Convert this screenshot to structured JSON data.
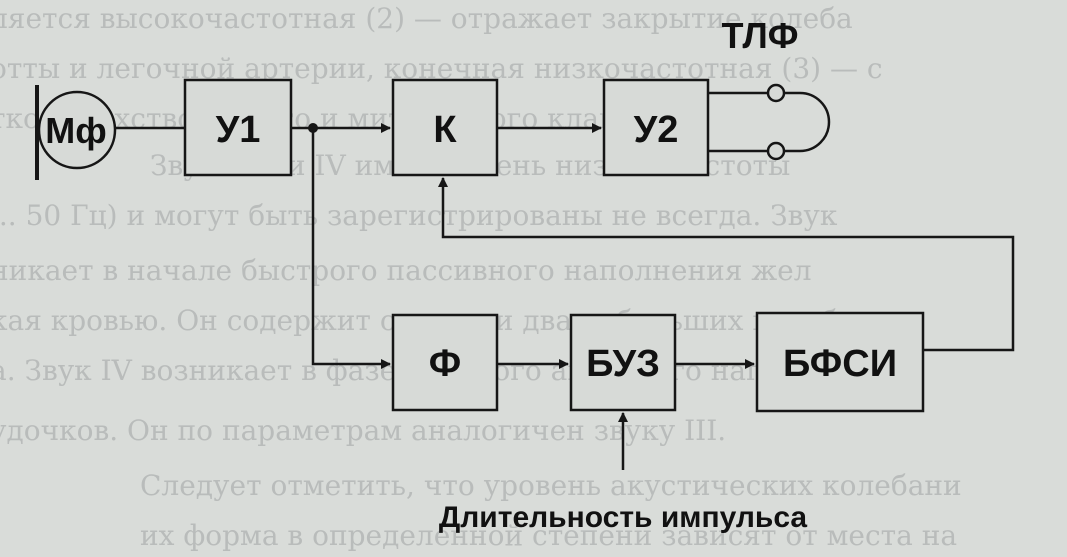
{
  "background_text": [
    "ляется высокочастотная (2) — отражает закрытие колеба",
    "отты и легочной артерии, конечная низкочастотная (3) — с",
    "тков трехстворчатого и митрального клапанов.",
    "Звуки III и IV имеют очень низкие частоты",
    "... 50 Гц) и могут быть зарегистрированы не всегда. Звук",
    "никает в начале быстрого пассивного наполнения жел",
    "кая кровью. Он содержит одно или два небольших колеб",
    "а. Звук IV возникает в фазе быстрого активного наполнен",
    "удочков. Он по параметрам аналогичен звуку III.",
    "Следует отметить, что уровень акустических колебани",
    "их форма в определенной степени зависят от места на"
  ],
  "blocks": {
    "mic": "Мф",
    "u1": "У1",
    "k": "К",
    "u2": "У2",
    "f": "Ф",
    "buz": "БУЗ",
    "bfsi": "БФСИ"
  },
  "labels": {
    "tlf": "ТЛФ",
    "pulse_duration": "Длительность импульса"
  },
  "colors": {
    "paper": "#d9dcd9",
    "ink": "#161616",
    "faded_text": "#b9bcbb"
  }
}
